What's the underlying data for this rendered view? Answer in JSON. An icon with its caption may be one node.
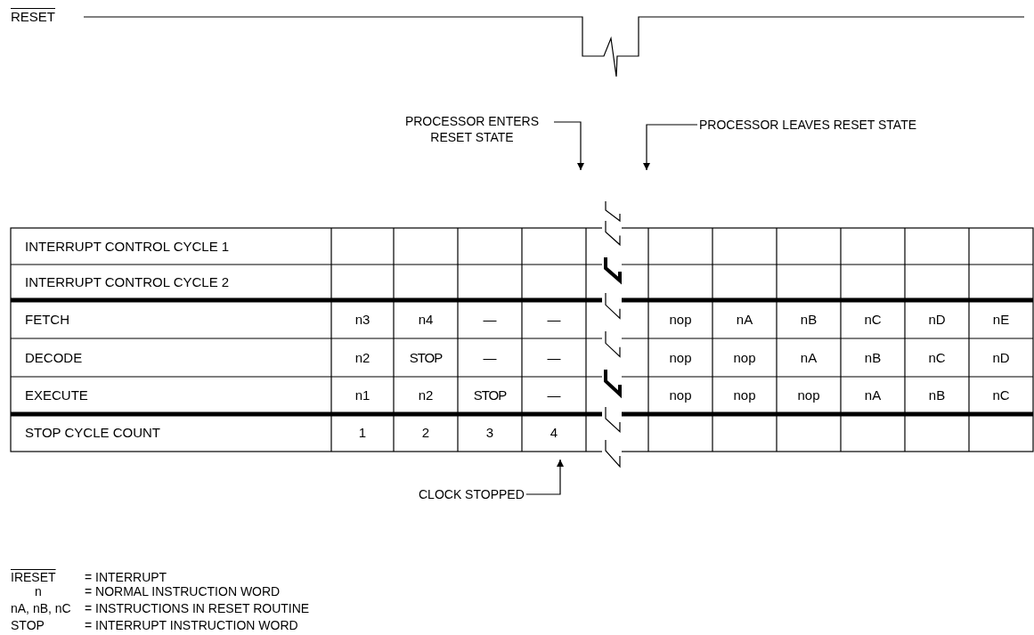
{
  "diagram": {
    "nodes": [
      {
        "text": [
          "PROCESSOR ENTERS RESET STATE"
        ]
      },
      {
        "text": [
          "PROCESSOR LEAVES RESET STATE"
        ]
      },
      {
        "text": [
          "CLOCK STOPPED"
        ]
      }
    ],
    "edges": [
      {
        "from": 0,
        "to": null,
        "arrow": "to"
      },
      {
        "from": 1,
        "to": null,
        "arrow": "to"
      },
      {
        "from": 2,
        "to": null,
        "arrow": "to"
      }
    ],
    "labels": [
      "RESET",
      "INTERRUPT CONTROL CYCLE 1",
      "INTERRUPT CONTROL CYCLE 2",
      "FETCH",
      "n3",
      "n4",
      "—",
      "—",
      "nop",
      "nA",
      "nB",
      "nC",
      "nD",
      "nE",
      "DECODE",
      "n2",
      "STOP",
      "—",
      "—",
      "nop",
      "nop",
      "nA",
      "nB",
      "nC",
      "nD",
      "EXECUTE",
      "n1",
      "n2",
      "STOP",
      "—",
      "nop",
      "nop",
      "nop",
      "nA",
      "nB",
      "nC",
      "STOP CYCLE COUNT",
      "1",
      "2",
      "3",
      "4",
      "IRESET",
      "= INTERRUPT",
      "n",
      "= NORMAL INSTRUCTION WORD",
      "nA, nB, nC",
      "= INSTRUCTIONS IN RESET ROUTINE",
      "STOP",
      "= INTERRUPT INSTRUCTION WORD"
    ]
  }
}
